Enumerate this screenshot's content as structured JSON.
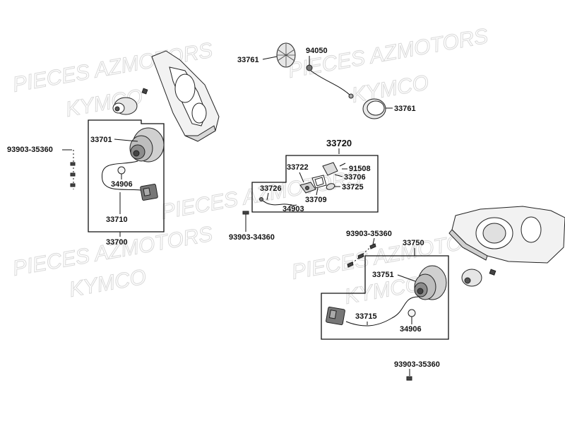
{
  "watermarks": [
    "PIECES AZMOTORS",
    "KYMCO",
    "PIECES AZMOTORS",
    "KYMCO",
    "PIECES AZMOTORS",
    "KYMCO",
    "PIECES AZMOTORS",
    "KYMCO",
    "PIECES AZMOTORS"
  ],
  "labels": {
    "l33761a": "33761",
    "l94050": "94050",
    "l33761b": "33761",
    "l33720": "33720",
    "l33722": "33722",
    "l91508": "91508",
    "l33706": "33706",
    "l33725": "33725",
    "l33726": "33726",
    "l33709": "33709",
    "l34903": "34903",
    "l93903_34360": "93903-34360",
    "l93903_35360a": "93903-35360",
    "l33701": "33701",
    "l34906a": "34906",
    "l33710": "33710",
    "l33700": "33700",
    "l93903_35360b": "93903-35360",
    "l33750": "33750",
    "l33751": "33751",
    "l33715": "33715",
    "l34906b": "34906",
    "l93903_35360c": "93903-35360"
  }
}
